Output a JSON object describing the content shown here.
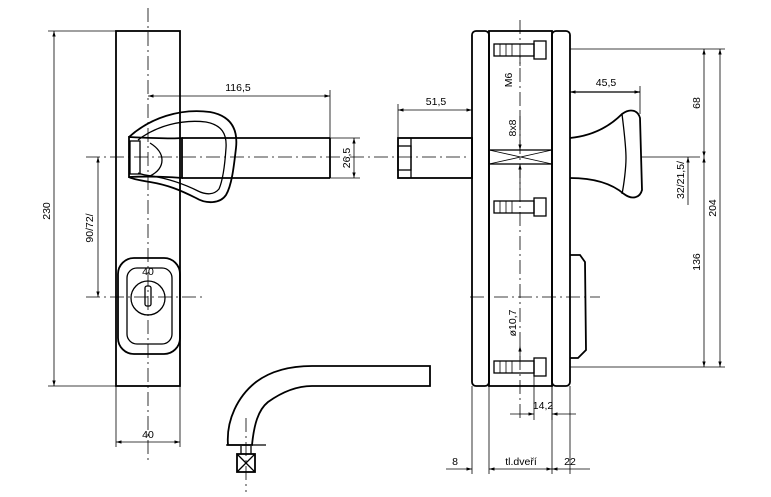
{
  "dimensions": {
    "plate_height": "230",
    "plate_width": "40",
    "handle_length": "116,5",
    "handle_thickness": "26,5",
    "spacing": "90/72/",
    "key_offset": "40",
    "knob_length": "51,5",
    "screw_thread": "M6",
    "square_spindle": "8x8",
    "knob_projection": "45,5",
    "top_to_axis": "68",
    "knob_diameter": "32/21,5/",
    "total_screw_spacing": "204",
    "axis_to_bottom": "136",
    "bore_diameter": "ø10,7",
    "side_offset": "14,2",
    "left_plate_thickness": "8",
    "door_thickness": "tl.dveří",
    "right_plate_thickness": "22"
  }
}
